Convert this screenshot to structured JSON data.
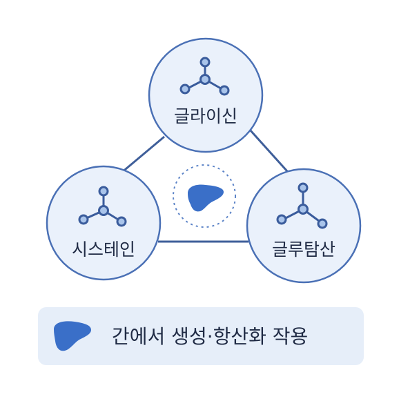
{
  "nodes": {
    "top": {
      "label": "글라이신",
      "icon": "molecule-icon"
    },
    "left": {
      "label": "시스테인",
      "icon": "molecule-icon"
    },
    "right": {
      "label": "글루탐산",
      "icon": "molecule-icon"
    }
  },
  "center": {
    "icon": "liver-icon"
  },
  "caption": {
    "icon": "liver-icon",
    "text": "간에서 생성·항산화 작용"
  },
  "colors": {
    "accent": "#3c6fc7",
    "circle_fill": "#eaf1fb",
    "circle_stroke": "#4a70b5",
    "caption_bg": "#e6eef9",
    "node_light": "#a9c4ea"
  }
}
